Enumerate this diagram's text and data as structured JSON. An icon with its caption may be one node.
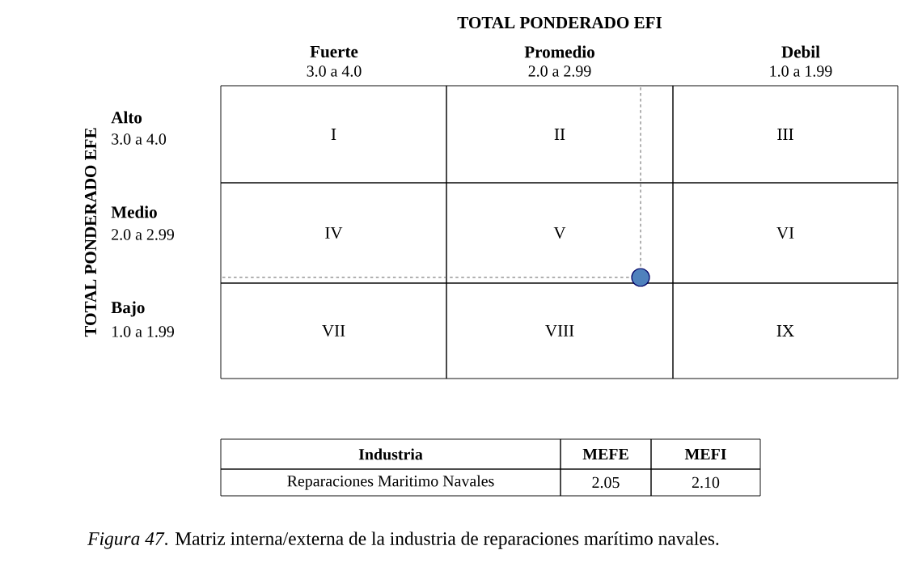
{
  "diagram": {
    "caption": "*Figura 47*. Matriz interna/externa de la industria de reparaciones marítimo navales.",
    "nodes": [
      {
        "text": [
          "I"
        ]
      },
      {
        "text": [
          "II"
        ]
      },
      {
        "text": [
          "III"
        ]
      },
      {
        "text": [
          "IV"
        ]
      },
      {
        "text": [
          "V"
        ]
      },
      {
        "text": [
          "VI"
        ]
      },
      {
        "text": [
          "VII"
        ]
      },
      {
        "text": [
          "VIII"
        ]
      },
      {
        "text": [
          "IX"
        ]
      },
      {
        "text": [],
        "shape": "circle"
      }
    ],
    "labels": [
      "TOTAL PONDERADO EFI",
      "Fuerte",
      "3.0 a 4.0",
      "Promedio",
      "2.0 a 2.99",
      "Debil",
      "1.0 a 1.99",
      "TOTAL PONDERADO EFE",
      "Alto",
      "3.0 a 4.0",
      "Medio",
      "2.0 a 2.99",
      "Bajo",
      "1.0 a 1.99",
      "Industria",
      "MEFE",
      "MEFI",
      "Reparaciones Maritimo Navales",
      "2.05",
      "2.10"
    ]
  }
}
